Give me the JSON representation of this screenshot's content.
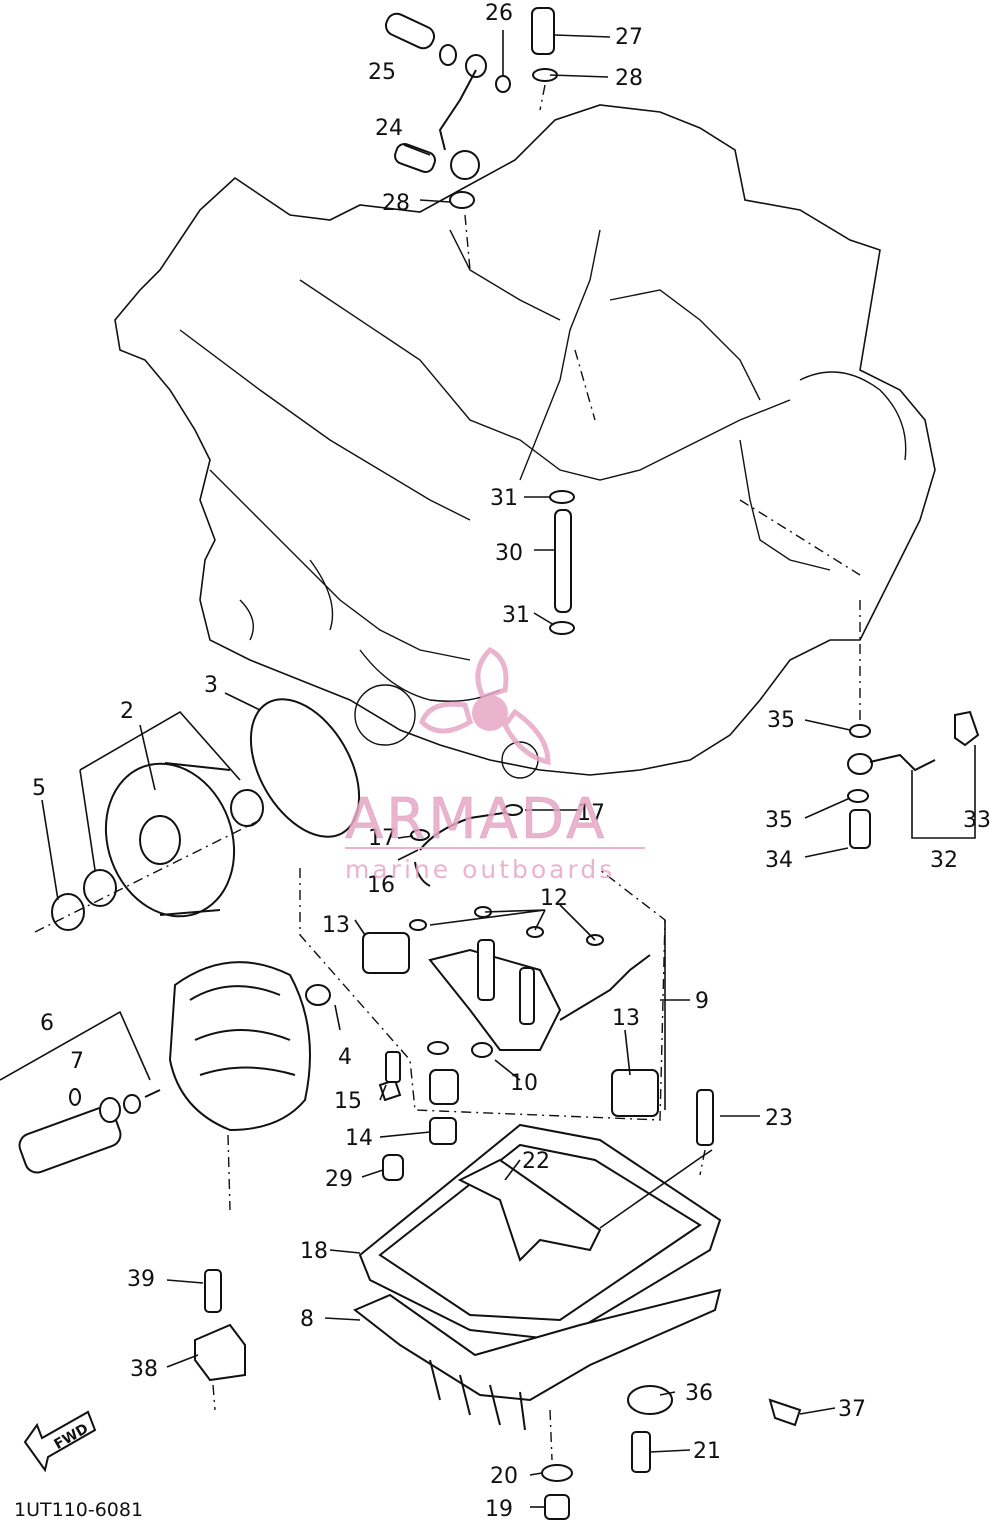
{
  "diagram": {
    "drawing_code": "1UT110-6081",
    "fwd_label": "FWD",
    "callouts": {
      "c2": "2",
      "c3": "3",
      "c4": "4",
      "c5": "5",
      "c6": "6",
      "c7": "7",
      "c8": "8",
      "c9": "9",
      "c10": "10",
      "c12": "12",
      "c13a": "13",
      "c13b": "13",
      "c14": "14",
      "c15": "15",
      "c16": "16",
      "c17a": "17",
      "c17b": "17",
      "c18": "18",
      "c19": "19",
      "c20": "20",
      "c21": "21",
      "c22": "22",
      "c23": "23",
      "c24": "24",
      "c25": "25",
      "c26": "26",
      "c27": "27",
      "c28a": "28",
      "c28b": "28",
      "c29": "29",
      "c30": "30",
      "c31a": "31",
      "c31b": "31",
      "c32": "32",
      "c33": "33",
      "c34": "34",
      "c35a": "35",
      "c35b": "35",
      "c36": "36",
      "c37": "37",
      "c38": "38",
      "c39": "39"
    }
  },
  "watermark": {
    "brand": "ARMADA",
    "tagline": "marine outboards",
    "color": "#e7a6c6",
    "logo_icon": "propeller-logo-icon"
  }
}
